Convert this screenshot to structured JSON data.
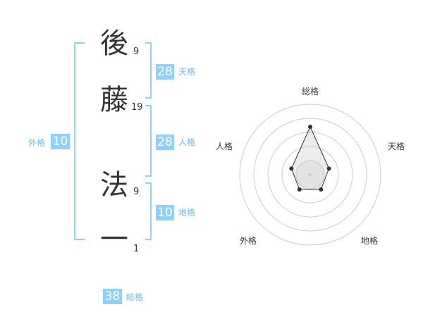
{
  "name": {
    "chars": [
      {
        "char": "後",
        "strokes": "9"
      },
      {
        "char": "藤",
        "strokes": "19"
      },
      {
        "char": "法",
        "strokes": "9"
      },
      {
        "char": "一",
        "strokes": "1"
      }
    ]
  },
  "scores": {
    "tenkaku": {
      "value": "28",
      "label": "天格"
    },
    "jinkaku": {
      "value": "28",
      "label": "人格"
    },
    "chikaku": {
      "value": "10",
      "label": "地格"
    },
    "gaikaku": {
      "value": "10",
      "label": "外格"
    },
    "soukaku": {
      "value": "38",
      "label": "総格"
    }
  },
  "colors": {
    "accent": "#8fd0ff",
    "accent_text": "#6cb8ee",
    "text": "#333333"
  },
  "chart_data": {
    "type": "radar",
    "axes": [
      "総格",
      "天格",
      "地格",
      "外格",
      "人格"
    ],
    "values": [
      3.4,
      1.4,
      1.3,
      1.3,
      1.4
    ],
    "rmax": 5,
    "rings": 5,
    "grid": true
  }
}
